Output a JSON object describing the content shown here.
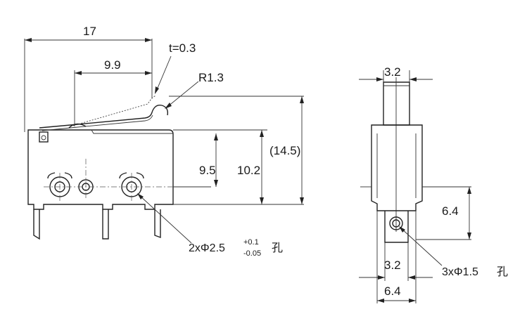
{
  "dimensions": {
    "overall_width": "17",
    "lever_offset": "9.9",
    "thickness": "t=0.3",
    "radius": "R1.3",
    "height_mid": "9.5",
    "height_body": "10.2",
    "height_total": "(14.5)",
    "side_top_width": "3.2",
    "side_hole_height": "6.4",
    "side_pin_width": "3.2",
    "side_total_width": "6.4"
  },
  "callouts": {
    "mount_holes": "2xΦ2.5",
    "mount_tol_plus": "+0.1",
    "mount_tol_minus": "-0.05",
    "mount_suffix": "孔",
    "terminal_holes": "3xΦ1.5",
    "terminal_suffix": "孔"
  }
}
